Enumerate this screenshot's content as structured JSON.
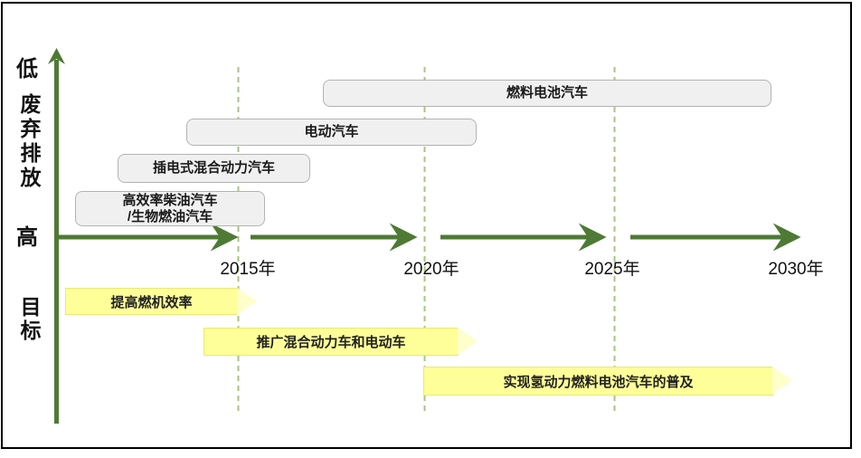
{
  "axis": {
    "top_label": "低",
    "title_vertical": "废弃排放",
    "bottom_label": "高",
    "goal_label": "目标"
  },
  "timeline": {
    "years": [
      "2015年",
      "2020年",
      "2025年",
      "2030年"
    ]
  },
  "tech_boxes": [
    {
      "label": "燃料电池汽车"
    },
    {
      "label": "电动汽车"
    },
    {
      "label": "插电式混合动力汽车"
    },
    {
      "line1": "高效率柴油汽车",
      "line2": "/生物燃油汽车"
    }
  ],
  "goal_banners": [
    {
      "label": "提高燃机效率"
    },
    {
      "label": "推广混合动力车和电动车"
    },
    {
      "label": "实现氢动力燃料电池汽车的普及"
    }
  ],
  "colors": {
    "axis_green": "#4e7a35",
    "dashed_green": "#a8c57e",
    "banner_yellow": "#ffff99",
    "banner_tip_yellow": "#ffffcc",
    "box_fill": "#f0f0f0",
    "box_border": "#b3b3b3",
    "frame_border": "#000000"
  }
}
